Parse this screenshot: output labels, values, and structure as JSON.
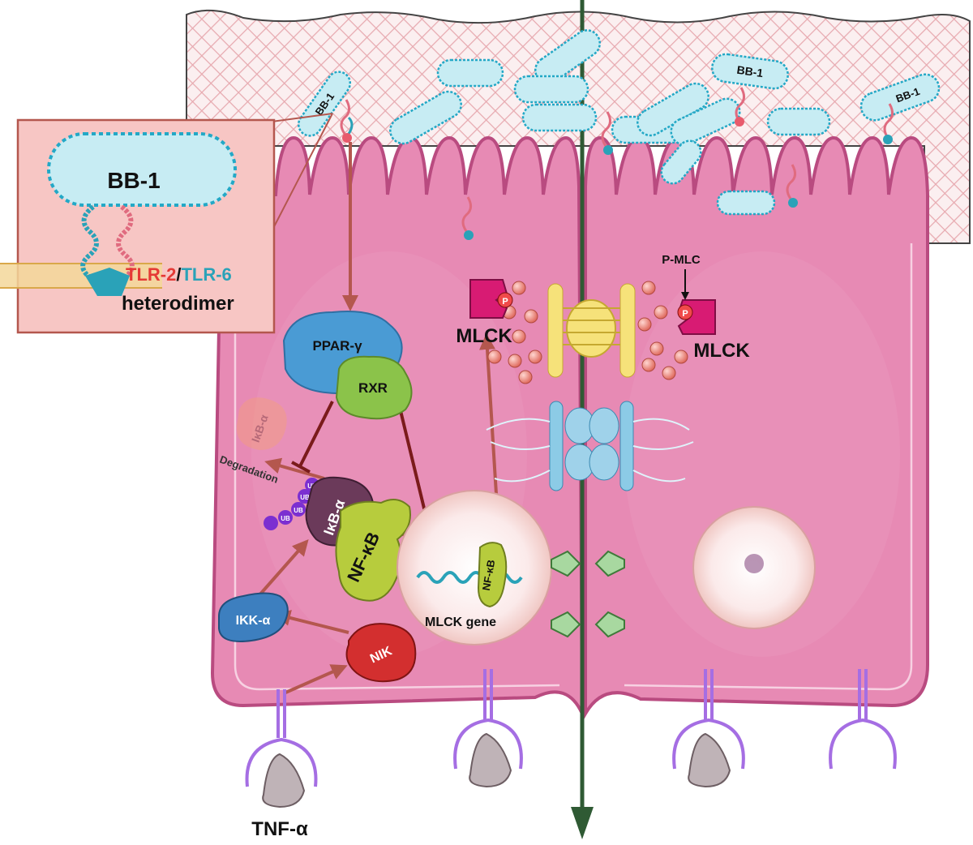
{
  "bacterium": {
    "name": "BB-1"
  },
  "receptor": {
    "tlr2": "TLR-2",
    "slash": "/",
    "tlr6": "TLR-6",
    "complex": "heterodimer"
  },
  "proteins": {
    "ppar": "PPAR-γ",
    "rxr": "RXR",
    "ikb_alpha": "IκB-α",
    "ikb_alpha_degraded": "IκB-α",
    "nfkb": "NF-κB",
    "nfkb_nuclear": "NF-κB",
    "ikk_alpha": "IKK-α",
    "nik": "NIK",
    "mlck": "MLCK",
    "p_mlc": "P-MLC",
    "phospho": "P",
    "ub": "UB"
  },
  "labels": {
    "degradation": "Degradation",
    "mlck_gene": "MLCK gene",
    "tnf": "TNF-α"
  },
  "colors": {
    "cell": "#e78ab4",
    "cell_outline": "#b94b80",
    "bacteria_fill": "#c7ecf3",
    "bacteria_outline": "#23a8c6",
    "tlr2": "#e53935",
    "tlr6": "#2aa2b8",
    "arrow": "#b4574e",
    "inhibit": "#7a1b1b",
    "paracellular_arrow": "#2f5a34",
    "ppar": "#4a9bd4",
    "rxr": "#8bc34a",
    "nfkb": "#b7cc3d",
    "ikb": "#6b3a5a",
    "ikk": "#3d7fbf",
    "nik": "#d32f2f",
    "mlck": "#d81b73",
    "receptor_purple": "#a56ee3"
  }
}
